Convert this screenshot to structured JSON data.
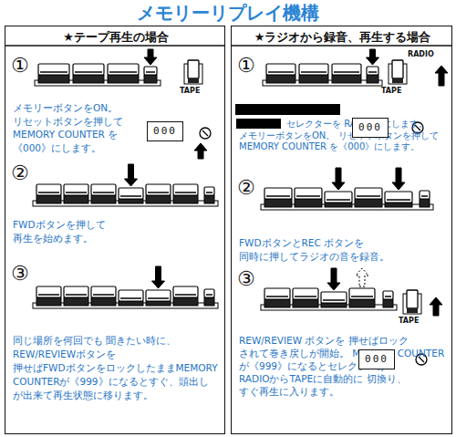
{
  "diagram": {
    "title": "メモリーリプレイ機構",
    "nodes": [
      {
        "text": [
          "★テープ再生の場合",
          "①",
          "メモリーボタンをON。 リセットボタンを押して MEMORY COUNTER を《000》にします。",
          "②",
          "FWDボタンを押して 再生を始めます。",
          "③",
          "同じ場所を何回でも 聞きたい時に、REW/REVIEWボタンを 押せばFWDボタンをロックしたままMEMORY COUNTERが《999》になるとすぐ、頭出し が出来て再生状態に移ります。"
        ]
      },
      {
        "text": [
          "★ラジオから録音、再生する場合",
          "①",
          "セレクターを RADIO側にします。 メモリーボタンをON。 リセットボタンを押して MEMORY COUNTER を《000》にします。",
          "②",
          "FWDボタンとREC ボタンを 同時に押してラジオの音を録音。",
          "③",
          "REW/REVIEW ボタンを 押せばロック されて巻き戻しが開始。 MEMORY COUNTER が《999》になるとセレクターが RADIOからTAPEに自動的に 切換り、すぐ再生に入ります。"
        ]
      },
      {
        "text": [
          "000"
        ],
        "in": 0
      },
      {
        "text": [
          "000"
        ],
        "in": 1
      },
      {
        "text": [
          "000"
        ],
        "in": 1
      }
    ],
    "labels": [
      "TAPE",
      "RADIO",
      "TAPE",
      "TAPE"
    ]
  }
}
